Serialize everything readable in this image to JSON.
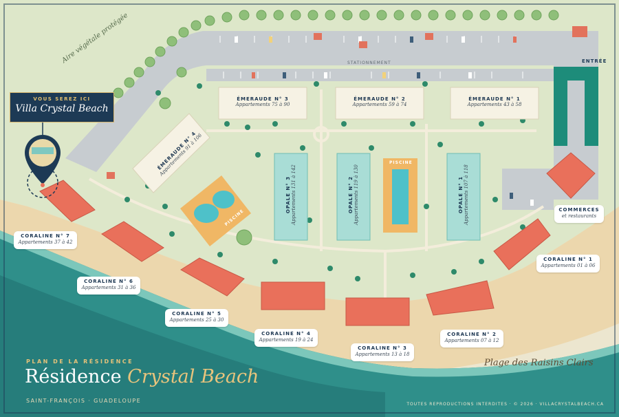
{
  "header": {
    "plan_label": "PLAN DE LA RÉSIDENCE",
    "title_main": "Résidence",
    "title_accent": "Crystal Beach",
    "subtitle": "SAINT-FRANÇOIS · GUADELOUPE"
  },
  "footer": {
    "note": "TOUTES REPRODUCTIONS INTERDITES · © 2026 · VILLACRYSTALBEACH.CA"
  },
  "you_are_here": {
    "label": "VOUS SEREZ ICI",
    "name": "Villa Crystal Beach"
  },
  "map_labels": {
    "aire": "Aire végétale protégée",
    "parking": "STATIONNEMENT",
    "entrance": "ENTRÉE",
    "beach": "Plage des Raisins Clairs",
    "pool_1": "PISCINE",
    "pool_2": "PISCINE"
  },
  "emeraude": [
    {
      "name": "ÉMERAUDE N° 3",
      "apts": "Appartements 75 à 90"
    },
    {
      "name": "ÉMERAUDE N° 2",
      "apts": "Appartements 59 à 74"
    },
    {
      "name": "ÉMERAUDE N° 1",
      "apts": "Appartements 43 à 58"
    },
    {
      "name": "ÉMERAUDE N° 4",
      "apts": "Appartements 91 à 106"
    }
  ],
  "opale": [
    {
      "name": "OPALE N° 3",
      "apts": "Appartements 131 à 142"
    },
    {
      "name": "OPALE N° 2",
      "apts": "Appartements 119 à 130"
    },
    {
      "name": "OPALE N° 1",
      "apts": "Appartements 107 à 118"
    }
  ],
  "coraline": [
    {
      "name": "CORALINE N° 7",
      "apts": "Appartements 37 à 42"
    },
    {
      "name": "CORALINE N° 6",
      "apts": "Appartements 31 à 36"
    },
    {
      "name": "CORALINE N° 5",
      "apts": "Appartements 25 à 30"
    },
    {
      "name": "CORALINE N° 4",
      "apts": "Appartements 19 à 24"
    },
    {
      "name": "CORALINE N° 3",
      "apts": "Appartements 13 à 18"
    },
    {
      "name": "CORALINE N° 2",
      "apts": "Appartements 07 à 12"
    },
    {
      "name": "CORALINE N° 1",
      "apts": "Appartements 01 à 06"
    }
  ],
  "commerces": {
    "name": "COMMERCES",
    "sub": "et restaurants"
  },
  "colors": {
    "sea": "#2f8f8a",
    "sea_light": "#5fb9ad",
    "sand": "#ecd9b0",
    "lawn": "#dbe6c8",
    "road": "#c9cdd0",
    "coral_roof": "#e9705b",
    "emerald": "#1d8c7a",
    "navy": "#1d3a55",
    "gold": "#e5c27a"
  }
}
